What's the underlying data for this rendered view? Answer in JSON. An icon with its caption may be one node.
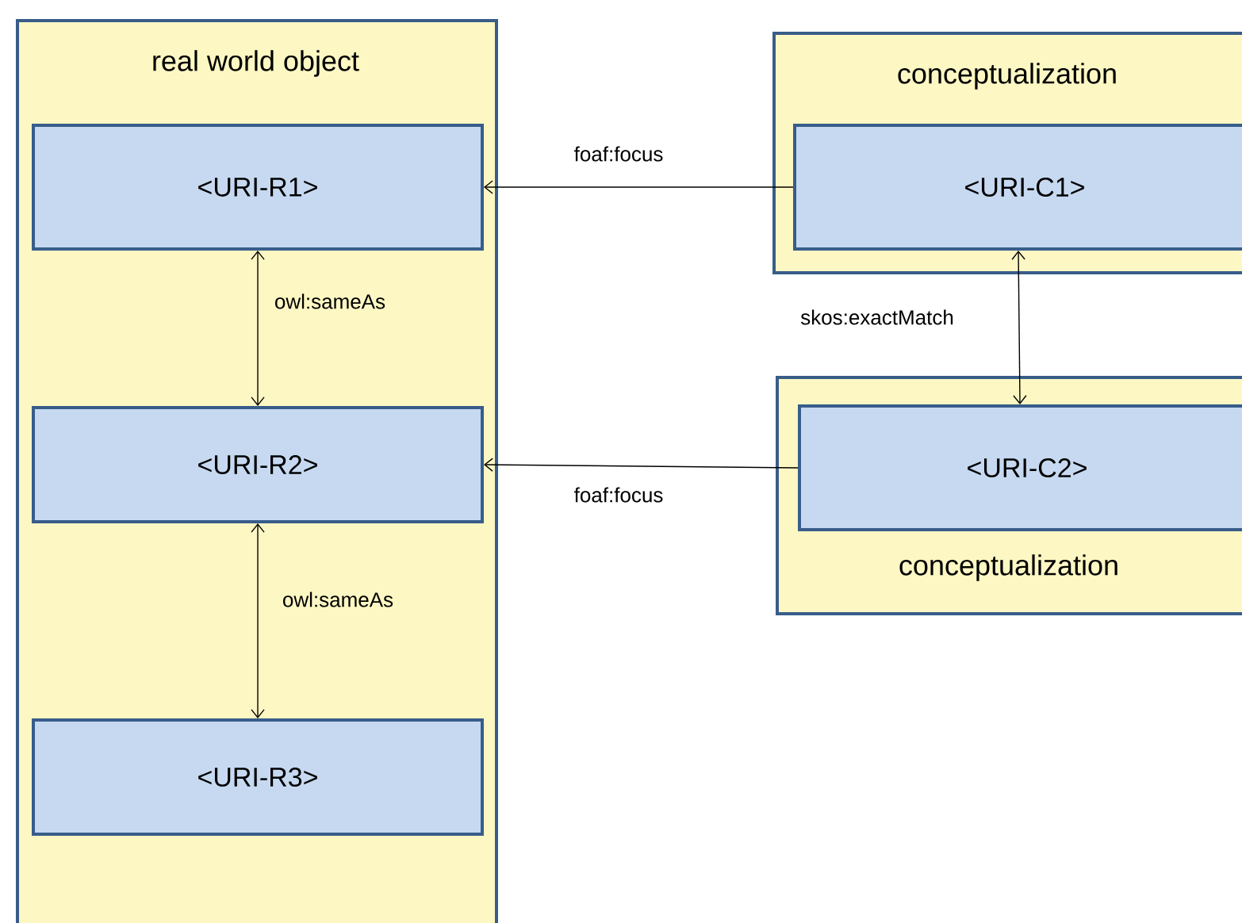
{
  "diagram": {
    "nodes": [
      {
        "text": [
          "real world object"
        ]
      },
      {
        "text": [
          "<URI-R1>"
        ],
        "in": 0
      },
      {
        "text": [
          "<URI-R2>"
        ],
        "in": 0
      },
      {
        "text": [
          "<URI-R3>"
        ],
        "in": 0
      },
      {
        "text": [
          "conceptualization"
        ]
      },
      {
        "text": [
          "<URI-C1>"
        ],
        "in": 4
      },
      {
        "text": [
          "conceptualization"
        ]
      },
      {
        "text": [
          "<URI-C2>"
        ],
        "in": 6
      }
    ],
    "edges": [
      {
        "from": 5,
        "to": 1,
        "arrow": "to",
        "label": "foaf:focus"
      },
      {
        "from": 1,
        "to": 2,
        "arrow": "both",
        "label": "owl:sameAs"
      },
      {
        "from": 5,
        "to": 7,
        "arrow": "both",
        "label": "skos:exactMatch"
      },
      {
        "from": 7,
        "to": 2,
        "arrow": "to",
        "label": "foaf:focus"
      },
      {
        "from": 2,
        "to": 3,
        "arrow": "both",
        "label": "owl:sameAs"
      }
    ]
  }
}
